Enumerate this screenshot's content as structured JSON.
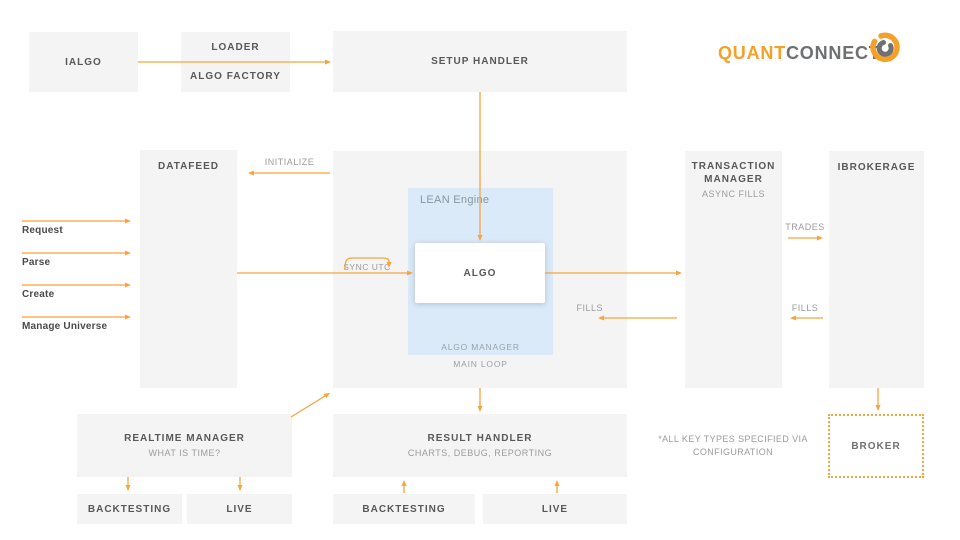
{
  "logo": {
    "quant": "QUANT",
    "connect": "CONNECT"
  },
  "colors": {
    "accent_orange": "#F6A43B",
    "box_bg": "#F4F4F5",
    "lean_panel_bg": "#DBEAF8",
    "heading_text": "#58585A",
    "muted_text": "#9B9B9B",
    "logo_orange": "#F5A028",
    "logo_gray": "#6F7072"
  },
  "boxes": {
    "ialgo": {
      "title": "IALGO"
    },
    "loader": {
      "top": "LOADER",
      "bottom": "ALGO FACTORY"
    },
    "setup_handler": {
      "title": "SETUP HANDLER"
    },
    "datafeed": {
      "title": "DATAFEED"
    },
    "lean_engine": {
      "title": "LEAN Engine",
      "algo": "ALGO",
      "algo_manager": "ALGO MANAGER",
      "main_loop": "MAIN LOOP"
    },
    "transaction_manager": {
      "title": "TRANSACTION MANAGER",
      "subtitle": "ASYNC FILLS"
    },
    "ibrokerage": {
      "title": "IBROKERAGE"
    },
    "realtime_manager": {
      "title": "REALTIME MANAGER",
      "subtitle": "WHAT IS TIME?"
    },
    "result_handler": {
      "title": "RESULT HANDLER",
      "subtitle": "CHARTS, DEBUG, REPORTING"
    },
    "backtesting_left": {
      "title": "BACKTESTING"
    },
    "live_left": {
      "title": "LIVE"
    },
    "backtesting_mid": {
      "title": "BACKTESTING"
    },
    "live_mid": {
      "title": "LIVE"
    },
    "broker": {
      "title": "BROKER"
    }
  },
  "arrow_labels": {
    "initialize": "INITIALIZE",
    "sync_utc": "SYNC UTC",
    "fills_center": "FILLS",
    "trades": "TRADES",
    "fills_right": "FILLS"
  },
  "datafeed_inputs": [
    "Request",
    "Parse",
    "Create",
    "Manage Universe"
  ],
  "footnote": {
    "line1": "*ALL KEY TYPES SPECIFIED VIA",
    "line2": "CONFIGURATION"
  }
}
